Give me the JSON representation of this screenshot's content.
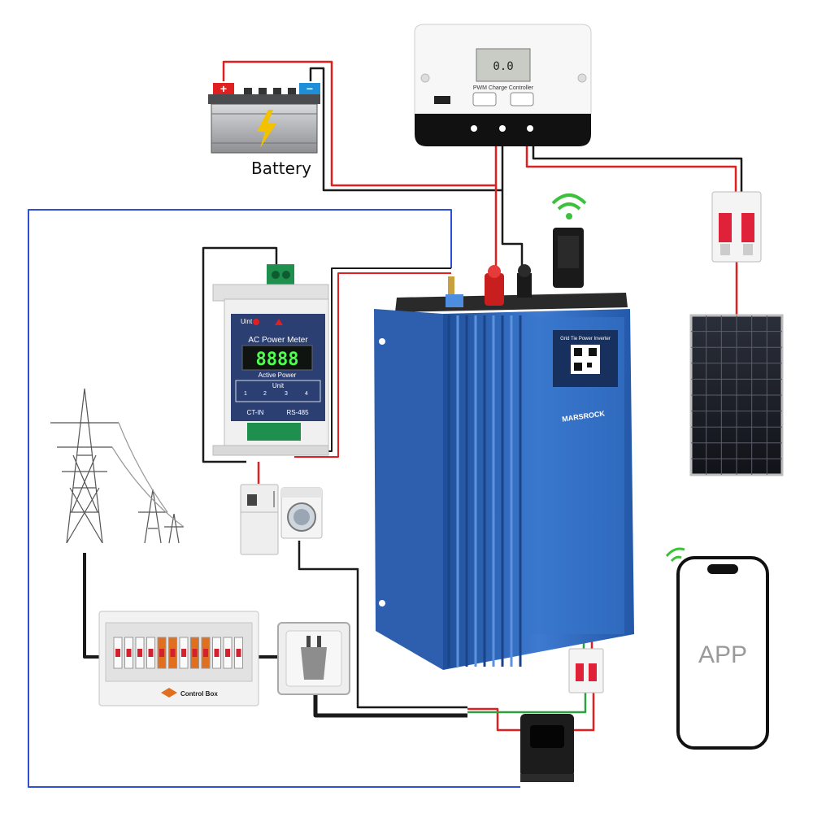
{
  "labels": {
    "battery": "Battery",
    "app": "APP",
    "control_box": "Control Box",
    "pwm_controller": "PWM Charge Controller",
    "pwm_display": "0.0",
    "meter_title": "AC Power Meter",
    "meter_reading": "8888",
    "meter_subtitle": "Active Power",
    "meter_unit": "Unit",
    "meter_uint": "Uint",
    "meter_ct_in": "CT-IN",
    "meter_rs485": "RS-485",
    "inverter_title": "Grid Tie Power Inverter",
    "inverter_brand": "MARSROCK",
    "battery_plus": "+",
    "battery_minus": "−",
    "terminal_1": "1",
    "terminal_2": "2",
    "terminal_3": "3",
    "terminal_4": "4"
  },
  "colors": {
    "wire_red": "#e02020",
    "wire_black": "#1a1a1a",
    "wire_blue": "#2f4fd6",
    "wire_green": "#2ea043",
    "inverter_blue": "#2f66b8",
    "wifi_green": "#3cc13c"
  }
}
